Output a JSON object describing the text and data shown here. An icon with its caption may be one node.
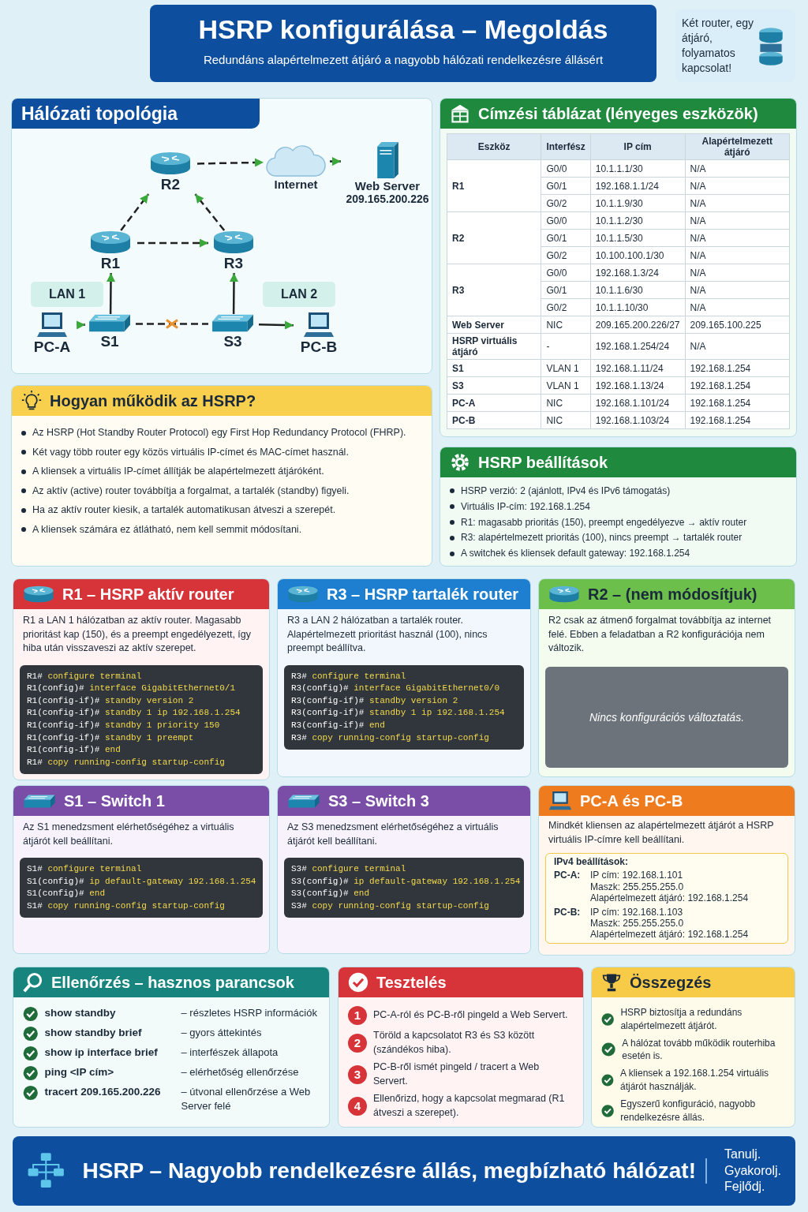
{
  "diagram": {
    "title": "HSRP konfigurálása – Megoldás",
    "nodes": [
      {
        "text": [
          "Két router, egy átjáró, folyamatos kapcsolat!"
        ]
      },
      {
        "text": [
          "Hálózati topológia"
        ]
      },
      {
        "text": [
          "R2"
        ],
        "in": 1
      },
      {
        "text": [
          "Internet"
        ],
        "in": 1
      },
      {
        "text": [
          "Web Server",
          "209.165.200.226"
        ],
        "in": 1
      },
      {
        "text": [
          "R1"
        ],
        "in": 1
      },
      {
        "text": [
          "R3"
        ],
        "in": 1
      },
      {
        "text": [
          "LAN 1"
        ],
        "in": 1
      },
      {
        "text": [
          "LAN 2"
        ],
        "in": 1
      },
      {
        "text": [
          "PC-A"
        ],
        "in": 1
      },
      {
        "text": [
          "S1"
        ],
        "in": 1
      },
      {
        "text": [
          "S3"
        ],
        "in": 1
      },
      {
        "text": [
          "PC-B"
        ],
        "in": 1
      },
      {
        "text": [
          "Címzési táblázat (lényeges eszközök)"
        ]
      },
      {
        "text": [
          "Hogyan működik az HSRP?",
          "Az HSRP (Hot Standby Router Protocol) egy First Hop Redundancy Protocol (FHRP).",
          "Két vagy több router egy közös virtuális IP-címet és MAC-címet használ.",
          "A kliensek a virtuális IP-címet állítják be alapértelmezett átjáróként.",
          "Az aktív (active) router továbbítja a forgalmat, a tartalék (standby) figyeli.",
          "Ha az aktív router kiesik, a tartalék automatikusan átveszi a szerepét.",
          "A kliensek számára ez átlátható, nem kell semmit módosítani."
        ]
      },
      {
        "text": [
          "HSRP beállítások",
          "HSRP verzió: 2 (ajánlott, IPv4 és IPv6 támogatás)",
          "Virtuális IP-cím: 192.168.1.254",
          "R1: magasabb prioritás (150), preempt engedélyezve → aktív router",
          "R3: alapértelmezett prioritás (100), nincs preempt → tartalék router",
          "A switchek és kliensek default gateway: 192.168.1.254"
        ]
      },
      {
        "text": [
          "R1 – HSRP aktív router",
          "R1 a LAN 1 hálózatban az aktív router. Magasabb prioritást kap (150), és a preempt engedélyezett, így hiba után visszaveszi az aktív szerepet."
        ]
      },
      {
        "text": [
          "R1# configure terminal",
          "R1(config)# interface GigabitEthernet0/1",
          "R1(config-if)# standby version 2",
          "R1(config-if)# standby 1 ip 192.168.1.254",
          "R1(config-if)# standby 1 priority 150",
          "R1(config-if)# standby 1 preempt",
          "R1(config-if)# end",
          "R1# copy running-config startup-config"
        ],
        "in": 16
      },
      {
        "text": [
          "R3 – HSRP tartalék router",
          "R3 a LAN 2 hálózatban a tartalék router. Alapértelmezett prioritást használ (100), nincs preempt beállítva."
        ]
      },
      {
        "text": [
          "R3# configure terminal",
          "R3(config)# interface GigabitEthernet0/0",
          "R3(config-if)# standby version 2",
          "R3(config-if)# standby 1 ip 192.168.1.254",
          "R3(config-if)# end",
          "R3# copy running-config startup-config"
        ],
        "in": 18
      },
      {
        "text": [
          "R2 – (nem módosítjuk)",
          "R2 csak az átmenő forgalmat továbbítja az internet felé. Ebben a feladatban a R2 konfigurációja nem változik."
        ]
      },
      {
        "text": [
          "Nincs konfigurációs változtatás."
        ],
        "in": 20
      },
      {
        "text": [
          "S1 – Switch 1",
          "Az S1 menedzsment elérhetőségéhez a virtuális átjárót kell beállítani."
        ]
      },
      {
        "text": [
          "S1# configure terminal",
          "S1(config)# ip default-gateway 192.168.1.254",
          "S1(config)# end",
          "S1# copy running-config startup-config"
        ],
        "in": 22
      },
      {
        "text": [
          "S3 – Switch 3",
          "Az S3 menedzsment elérhetőségéhez a virtuális átjárót kell beállítani."
        ]
      },
      {
        "text": [
          "S3# configure terminal",
          "S3(config)# ip default-gateway 192.168.1.254",
          "S3(config)# end",
          "S3# copy running-config startup-config"
        ],
        "in": 24
      },
      {
        "text": [
          "PC-A és PC-B",
          "Mindkét kliensen az alapértelmezett átjárót a HSRP virtuális IP-címre kell beállítani."
        ]
      },
      {
        "text": [
          "IPv4 beállítások:",
          "PC-A:",
          "IP cím: 192.168.1.101",
          "Maszk: 255.255.255.0",
          "Alapértelmezett átjáró: 192.168.1.254",
          "PC-B:",
          "IP cím: 192.168.1.103",
          "Maszk: 255.255.255.0",
          "Alapértelmezett átjáró: 192.168.1.254"
        ],
        "in": 26
      },
      {
        "text": [
          "Ellenőrzés – hasznos parancsok",
          "show standby",
          "– részletes HSRP információk",
          "show standby brief",
          "– gyors áttekintés",
          "show ip interface brief",
          "– interfészek állapota",
          "ping <IP cím>",
          "– elérhetőség ellenőrzése",
          "tracert 209.165.200.226",
          "– útvonal ellenőrzése a Web Server felé"
        ]
      },
      {
        "text": [
          "Tesztelés",
          "1",
          "PC-A-ról és PC-B-ről pingeld a Web Servert.",
          "2",
          "Töröld a kapcsolatot R3 és S3 között (szándékos hiba).",
          "3",
          "PC-B-ről ismét pingeld / tracert a Web Servert.",
          "4",
          "Ellenőrizd, hogy a kapcsolat megmarad (R1 átveszi a szerepet)."
        ]
      },
      {
        "text": [
          "Összegzés",
          "HSRP biztosítja a redundáns alapértelmezett átjárót.",
          "A hálózat tovább működik routerhiba esetén is.",
          "A kliensek a 192.168.1.254 virtuális átjárót használják.",
          "Egyszerű konfiguráció, nagyobb rendelkezésre állás."
        ]
      },
      {
        "text": [
          "HSRP – Nagyobb rendelkezésre állás, megbízható hálózat!",
          "Tanulj. Gyakorolj. Fejlődj."
        ]
      }
    ],
    "edges": [
      {
        "from": 2,
        "to": 3,
        "arrow": "to",
        "style": "dashed"
      },
      {
        "from": 3,
        "to": 4,
        "arrow": "to"
      },
      {
        "from": 5,
        "to": 2,
        "arrow": "to",
        "style": "dashed"
      },
      {
        "from": 6,
        "to": 2,
        "arrow": "to",
        "style": "dashed"
      },
      {
        "from": 5,
        "to": 6,
        "arrow": "to",
        "style": "dashed"
      },
      {
        "from": 10,
        "to": 5,
        "arrow": "to"
      },
      {
        "from": 11,
        "to": 6,
        "arrow": "to"
      },
      {
        "from": 9,
        "to": 10,
        "arrow": "to"
      },
      {
        "from": 10,
        "to": 11,
        "arrow": "none",
        "style": "dashed"
      },
      {
        "from": 11,
        "to": 12,
        "arrow": "to"
      }
    ],
    "labels": [
      "Redundáns alapértelmezett átjáró a nagyobb hálózati rendelkezésre állásért",
      "Eszköz",
      "Interfész",
      "IP cím",
      "Alapértelmezett átjáró",
      "R1",
      "G0/0",
      "10.1.1.1/30",
      "N/A",
      "G0/1",
      "192.168.1.1/24",
      "N/A",
      "G0/2",
      "10.1.1.9/30",
      "N/A",
      "R2",
      "G0/0",
      "10.1.1.2/30",
      "N/A",
      "G0/1",
      "10.1.1.5/30",
      "N/A",
      "G0/2",
      "10.100.100.1/30",
      "N/A",
      "R3",
      "G0/0",
      "192.168.1.3/24",
      "N/A",
      "G0/1",
      "10.1.1.6/30",
      "N/A",
      "G0/2",
      "10.1.1.10/30",
      "N/A",
      "Web Server",
      "NIC",
      "209.165.200.226/27",
      "209.165.100.225",
      "HSRP virtuális átjáró",
      "-",
      "192.168.1.254/24",
      "N/A",
      "S1",
      "VLAN 1",
      "192.168.1.11/24",
      "192.168.1.254",
      "S3",
      "VLAN 1",
      "192.168.1.13/24",
      "192.168.1.254",
      "PC-A",
      "NIC",
      "192.168.1.101/24",
      "192.168.1.254",
      "PC-B",
      "NIC",
      "192.168.1.103/24",
      "192.168.1.254"
    ]
  }
}
